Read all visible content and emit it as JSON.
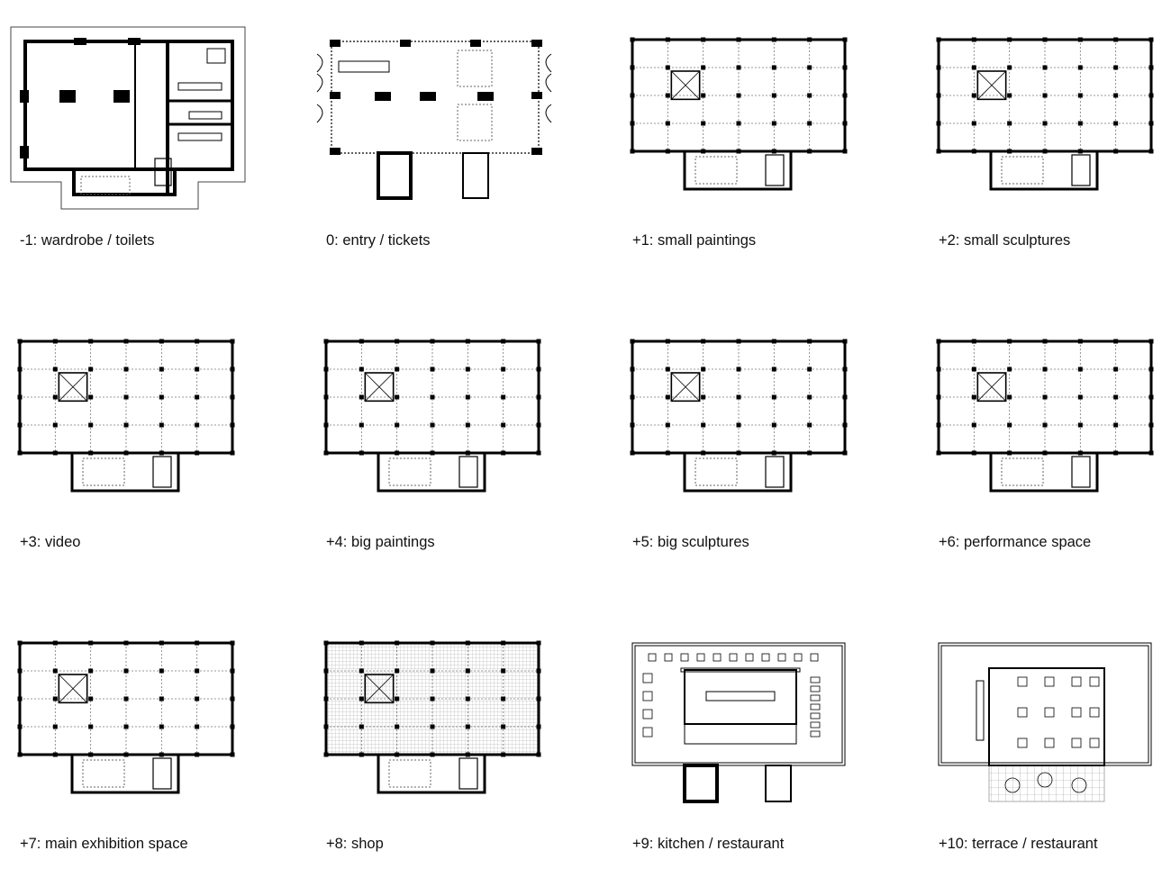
{
  "floors": [
    {
      "caption": "-1: wardrobe / toilets"
    },
    {
      "caption": "0: entry / tickets"
    },
    {
      "caption": "+1: small paintings"
    },
    {
      "caption": "+2: small sculptures"
    },
    {
      "caption": "+3: video"
    },
    {
      "caption": "+4: big paintings"
    },
    {
      "caption": "+5: big sculptures"
    },
    {
      "caption": "+6: performance space"
    },
    {
      "caption": "+7: main exhibition space"
    },
    {
      "caption": "+8: shop"
    },
    {
      "caption": "+9: kitchen / restaurant"
    },
    {
      "caption": "+10: terrace / restaurant"
    }
  ],
  "colors": {
    "line": "#000000",
    "grid": "#777777",
    "background": "#ffffff",
    "hatch": "#bbbbbb"
  }
}
